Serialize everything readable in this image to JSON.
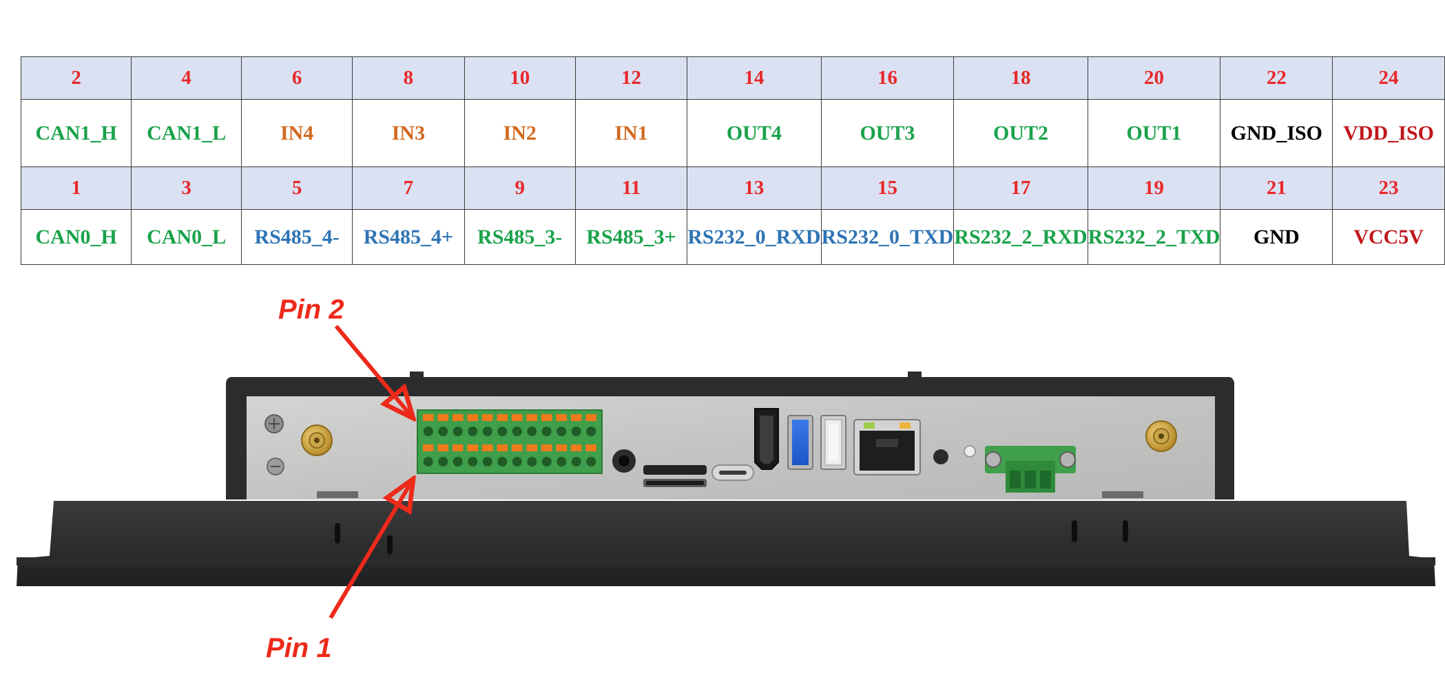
{
  "table": {
    "top_numbers": [
      "2",
      "4",
      "6",
      "8",
      "10",
      "12",
      "14",
      "16",
      "18",
      "20",
      "22",
      "24"
    ],
    "top_signals": [
      {
        "label": "CAN1_H",
        "color": "#1aa24a"
      },
      {
        "label": "CAN1_L",
        "color": "#1aa24a"
      },
      {
        "label": "IN4",
        "color": "#d2691e"
      },
      {
        "label": "IN3",
        "color": "#d2691e"
      },
      {
        "label": "IN2",
        "color": "#d2691e"
      },
      {
        "label": "IN1",
        "color": "#d2691e"
      },
      {
        "label": "OUT4",
        "color": "#1aa24a"
      },
      {
        "label": "OUT3",
        "color": "#1aa24a"
      },
      {
        "label": "OUT2",
        "color": "#1aa24a"
      },
      {
        "label": "OUT1",
        "color": "#1aa24a"
      },
      {
        "label": "GND_ISO",
        "color": "#000000"
      },
      {
        "label": "VDD_ISO",
        "color": "#c0171c"
      }
    ],
    "bottom_numbers": [
      "1",
      "3",
      "5",
      "7",
      "9",
      "11",
      "13",
      "15",
      "17",
      "19",
      "21",
      "23"
    ],
    "bottom_signals": [
      {
        "label": "CAN0_H",
        "color": "#1aa24a"
      },
      {
        "label": "CAN0_L",
        "color": "#1aa24a"
      },
      {
        "label": "RS485_4-",
        "color": "#2e74b5"
      },
      {
        "label": "RS485_4+",
        "color": "#2e74b5"
      },
      {
        "label": "RS485_3-",
        "color": "#1aa24a"
      },
      {
        "label": "RS485_3+",
        "color": "#1aa24a"
      },
      {
        "label": "RS232_0_RXD",
        "color": "#2e74b5"
      },
      {
        "label": "RS232_0_TXD",
        "color": "#2e74b5"
      },
      {
        "label": "RS232_2_RXD",
        "color": "#1aa24a"
      },
      {
        "label": "RS232_2_TXD",
        "color": "#1aa24a"
      },
      {
        "label": "GND",
        "color": "#000000"
      },
      {
        "label": "VCC5V",
        "color": "#c0171c"
      }
    ]
  },
  "callouts": {
    "pin2": "Pin 2",
    "pin1": "Pin 1",
    "color": "#ee2a1a"
  },
  "device": {
    "terminal_block": {
      "columns": 12,
      "rows": 2
    },
    "power_connector_pins": 3,
    "ports": [
      "antenna-left",
      "terminal-block",
      "audio-jack",
      "sd-card-slot",
      "usb-c",
      "hdmi",
      "usb3",
      "usb2",
      "rj45-ethernet",
      "reset-button",
      "led",
      "power-terminal",
      "antenna-right"
    ]
  }
}
